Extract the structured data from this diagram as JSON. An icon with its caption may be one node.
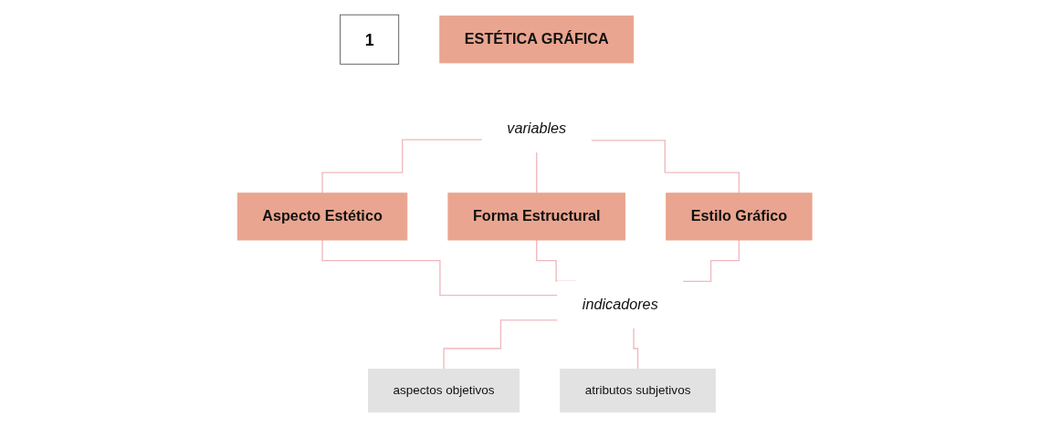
{
  "diagram": {
    "nodes": [
      {
        "text": [
          "1"
        ]
      },
      {
        "text": [
          "ESTÉTICA GRÁFICA"
        ]
      },
      {
        "text": [
          "variables"
        ]
      },
      {
        "text": [
          "Aspecto Estético"
        ]
      },
      {
        "text": [
          "Forma Estructural"
        ]
      },
      {
        "text": [
          "Estilo Gráfico"
        ]
      },
      {
        "text": [
          "indicadores"
        ]
      },
      {
        "text": [
          "aspectos objetivos"
        ]
      },
      {
        "text": [
          "atributos subjetivos"
        ]
      }
    ],
    "edges": [
      {
        "from": 2,
        "to": 3,
        "arrow": "none"
      },
      {
        "from": 2,
        "to": 4,
        "arrow": "none"
      },
      {
        "from": 2,
        "to": 5,
        "arrow": "none"
      },
      {
        "from": 3,
        "to": 6,
        "arrow": "none"
      },
      {
        "from": 4,
        "to": 6,
        "arrow": "none"
      },
      {
        "from": 5,
        "to": 6,
        "arrow": "none"
      },
      {
        "from": 6,
        "to": 7,
        "arrow": "none"
      },
      {
        "from": 6,
        "to": 8,
        "arrow": "none"
      }
    ]
  }
}
